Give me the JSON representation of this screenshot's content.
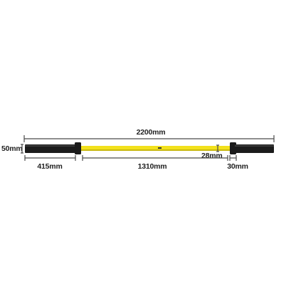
{
  "dimensions": {
    "overall_length": "2200mm",
    "sleeve_diameter": "50mm",
    "sleeve_length": "415mm",
    "grip_length": "1310mm",
    "shaft_diameter": "28mm",
    "collar_width": "30mm"
  },
  "colors": {
    "shaft": "#f2e11c",
    "shaft_shadow": "#c9b80e",
    "sleeve": "#1b1b1b",
    "sleeve_highlight": "#3a3a3a",
    "dimension_line": "#4a4a4a",
    "text": "#222222"
  }
}
